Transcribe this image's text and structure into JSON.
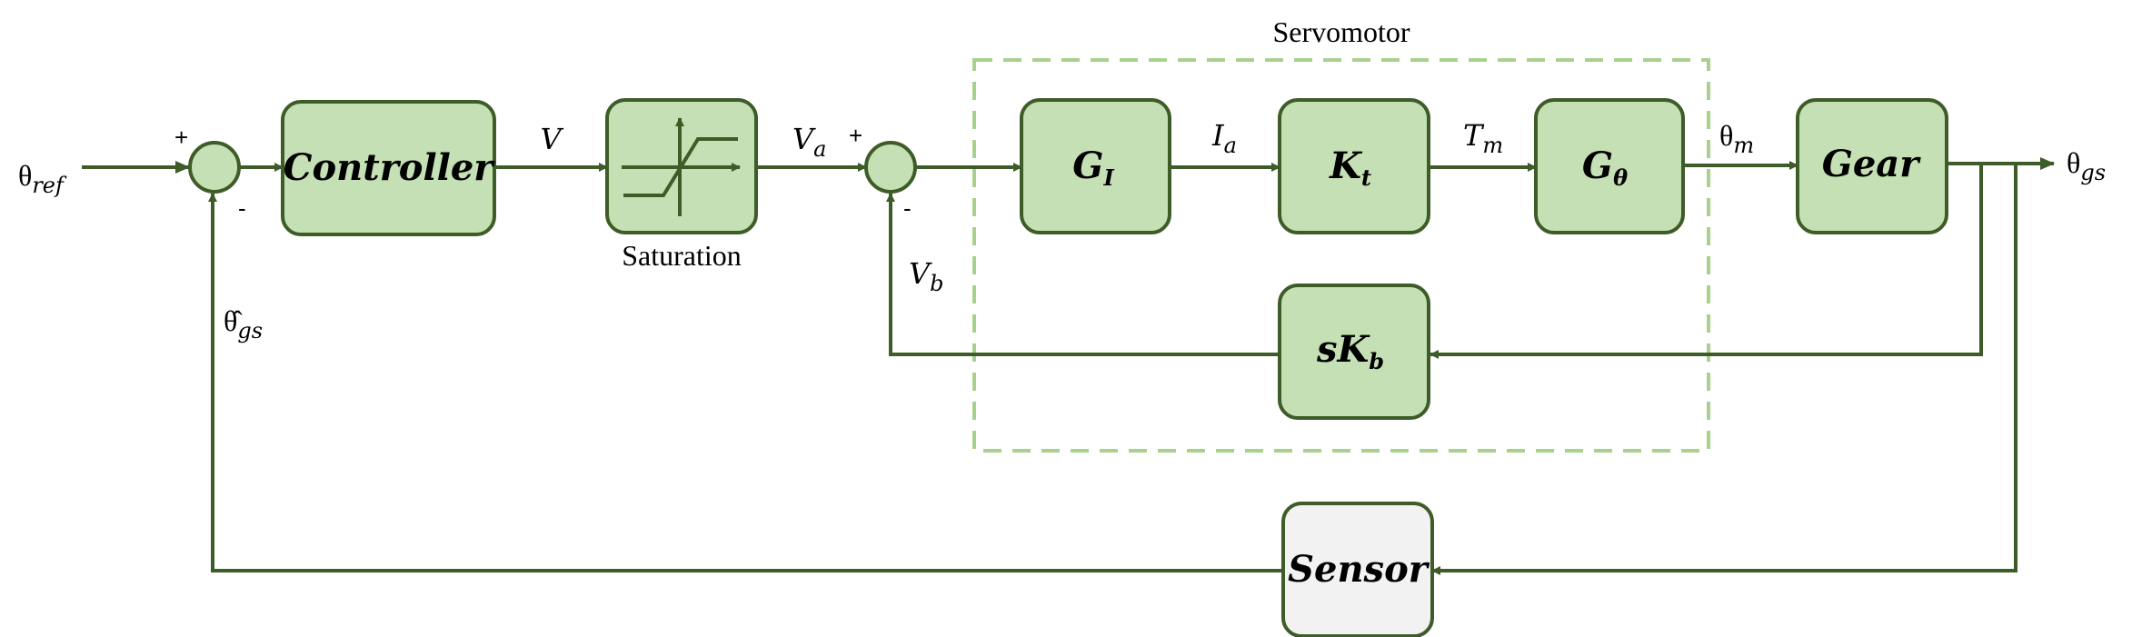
{
  "diagram": {
    "group_label": "Servomotor",
    "blocks": {
      "controller": "Controller",
      "saturation_label": "Saturation",
      "gi": {
        "main": "G",
        "sub": "I"
      },
      "kt": {
        "main": "K",
        "sub": "t"
      },
      "gtheta": {
        "main": "G",
        "sub": "θ"
      },
      "gear": "Gear",
      "skb": {
        "main": "sK",
        "sub": "b"
      },
      "sensor": "Sensor"
    },
    "signals": {
      "theta_ref": {
        "main": "θ",
        "sub": "ref"
      },
      "v": "V",
      "va": {
        "main": "V",
        "sub": "a"
      },
      "ia": {
        "main": "I",
        "sub": "a"
      },
      "tm": {
        "main": "T",
        "sub": "m"
      },
      "theta_m": {
        "main": "θ",
        "sub": "m"
      },
      "theta_gs": {
        "main": "θ",
        "sub": "gs"
      },
      "vb": {
        "main": "V",
        "sub": "b"
      },
      "theta_gs_hat": {
        "main": "θ̂",
        "sub": "gs"
      }
    },
    "signs": {
      "sum1_plus": "+",
      "sum1_minus": "-",
      "sum2_plus": "+",
      "sum2_minus": "-"
    },
    "colors": {
      "block_fill": "#c5e0b4",
      "block_stroke": "#3d5c27",
      "sensor_fill": "#f2f2f2",
      "group_stroke": "#a9d18e"
    }
  }
}
